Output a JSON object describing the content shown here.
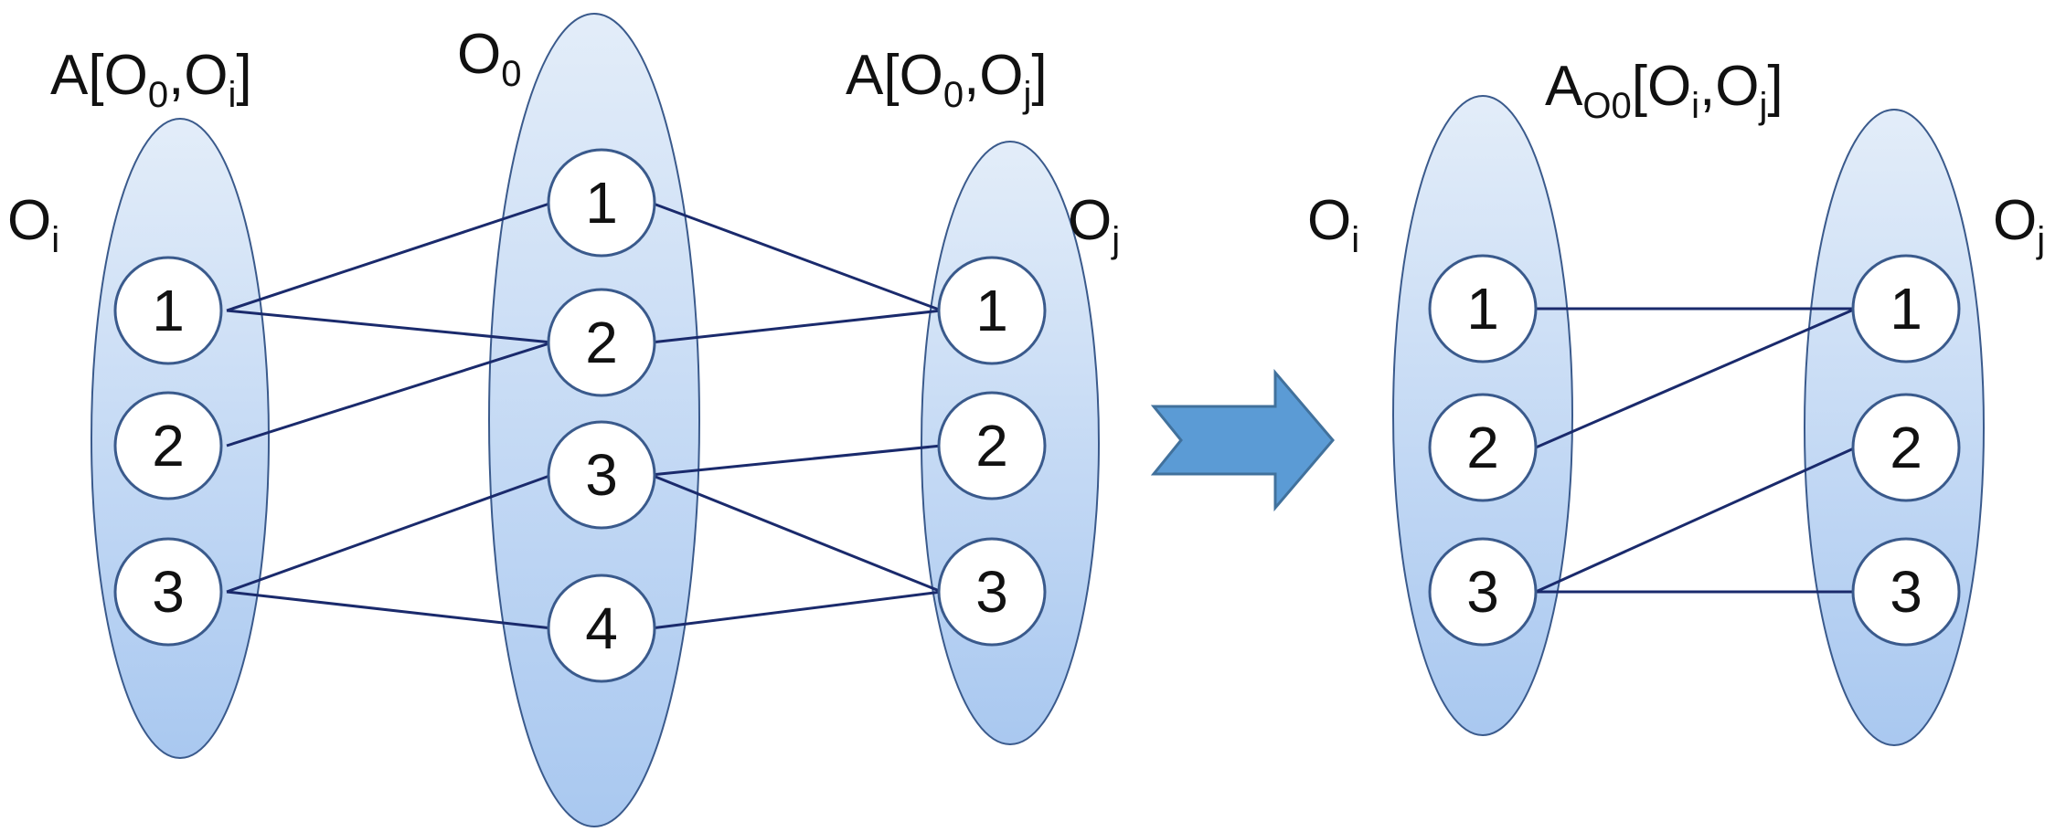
{
  "colors": {
    "set_fill_top": "#e3edf9",
    "set_fill_bottom": "#a9c8f0",
    "set_stroke": "#3a5a8c",
    "edge": "#1a2a6c",
    "arrow_fill": "#5b9bd5",
    "arrow_stroke": "#41719c"
  },
  "left_diagram": {
    "label_a_oi": {
      "base": "A[O",
      "sub1": "0",
      "mid": ",O",
      "sub2": "i",
      "end": "]"
    },
    "label_o0": {
      "base": "O",
      "sub": "0"
    },
    "label_a_oj": {
      "base": "A[O",
      "sub1": "0",
      "mid": ",O",
      "sub2": "j",
      "end": "]"
    },
    "label_oi": {
      "base": "O",
      "sub": "i"
    },
    "label_oj": {
      "base": "O",
      "sub": "j"
    },
    "oi_nodes": [
      "1",
      "2",
      "3"
    ],
    "o0_nodes": [
      "1",
      "2",
      "3",
      "4"
    ],
    "oj_nodes": [
      "1",
      "2",
      "3"
    ]
  },
  "right_diagram": {
    "label_a": {
      "base": "A",
      "sub": "O0",
      "rest": "[O",
      "sub2": "i",
      "mid": ",O",
      "sub3": "j",
      "end": "]"
    },
    "label_oi": {
      "base": "O",
      "sub": "i"
    },
    "label_oj": {
      "base": "O",
      "sub": "j"
    },
    "oi_nodes": [
      "1",
      "2",
      "3"
    ],
    "oj_nodes": [
      "1",
      "2",
      "3"
    ]
  }
}
